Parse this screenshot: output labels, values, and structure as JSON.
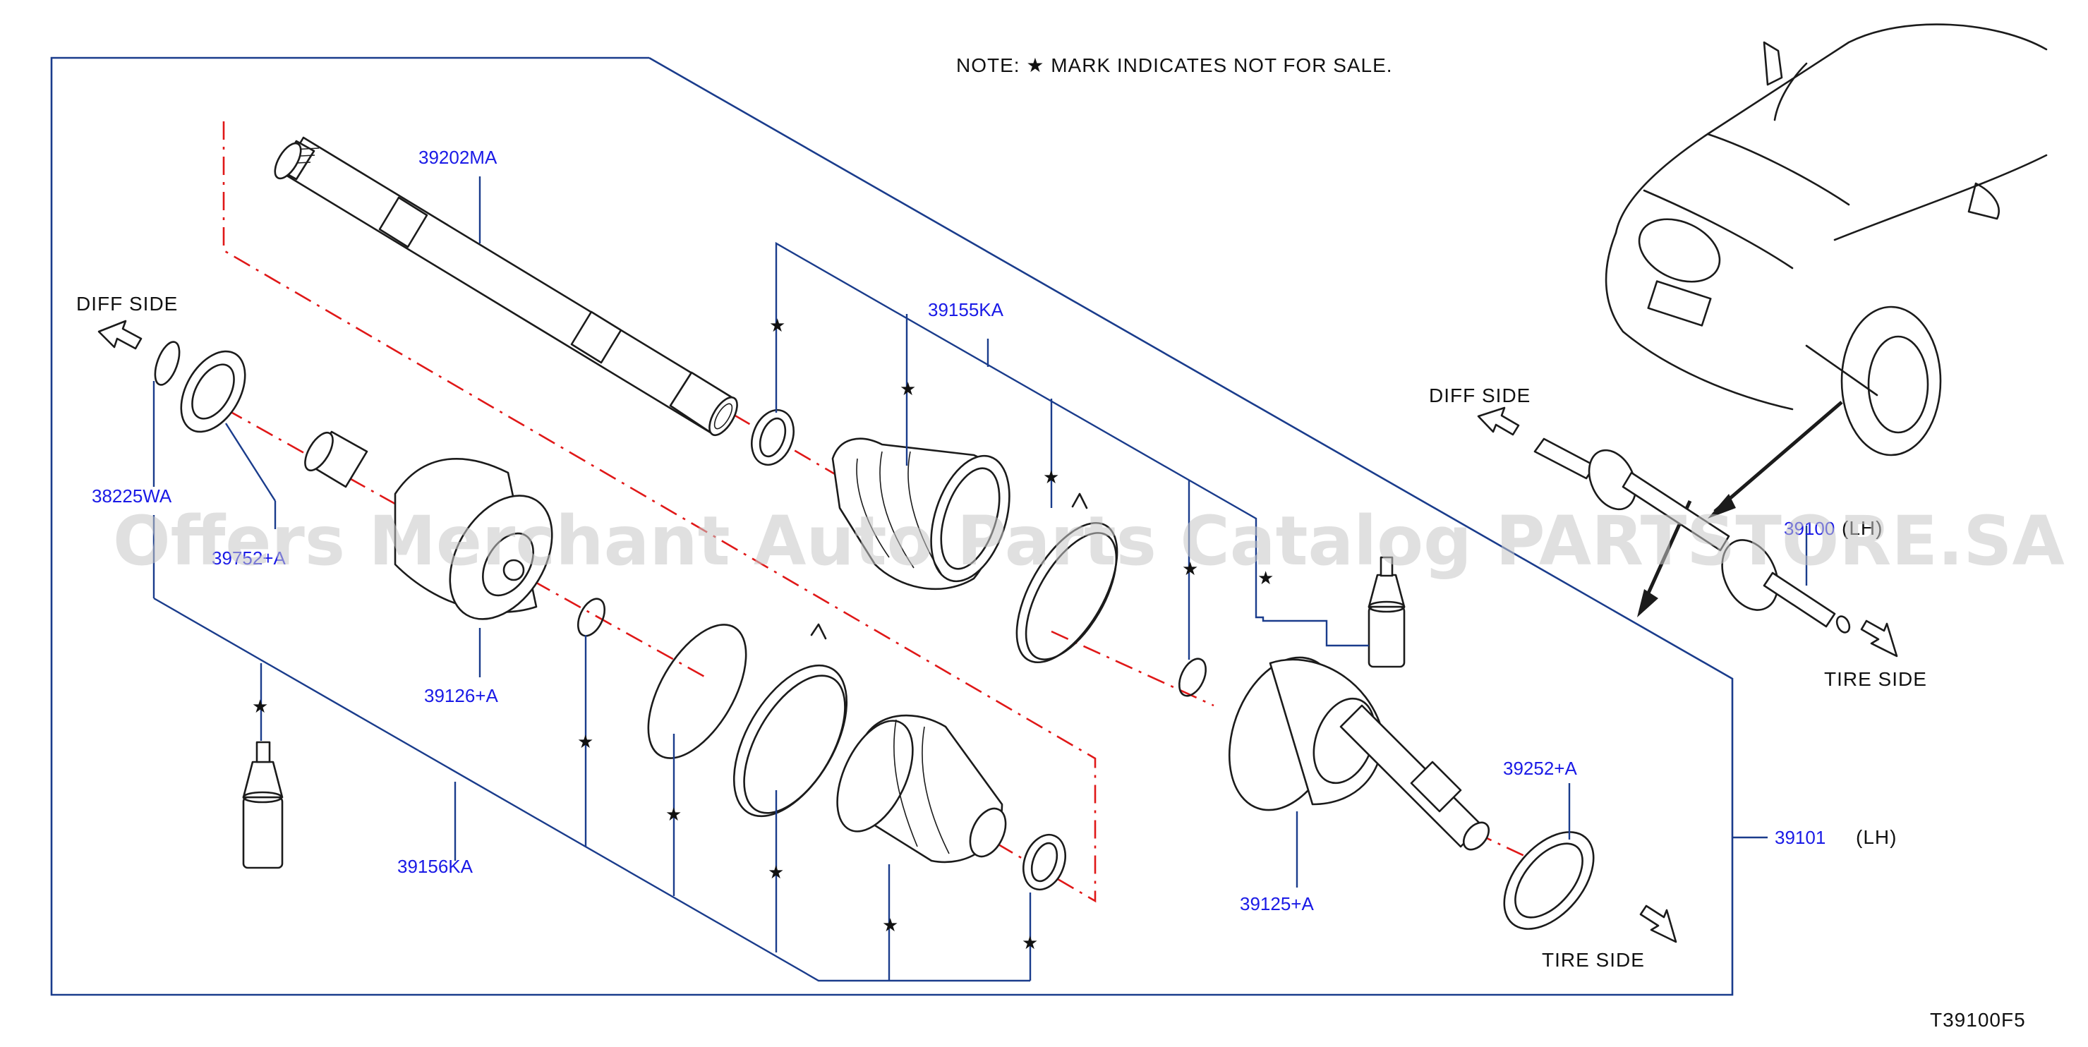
{
  "note": "NOTE:   ★ MARK   INDICATES   NOT   FOR   SALE.",
  "diagram_code": "T39100F5",
  "watermark": "Offers Merchant Auto Parts Catalog PARTSTORE.SA",
  "directions": {
    "diff_side_left": "DIFF   SIDE",
    "diff_side_right": "DIFF   SIDE",
    "tire_side_bottom": "TIRE   SIDE",
    "tire_side_right": "TIRE   SIDE"
  },
  "parts": {
    "p39202MA": "39202MA",
    "p39155KA": "39155KA",
    "p38225WA": "38225WA",
    "p39752A": "39752+A",
    "p39126A": "39126+A",
    "p39156KA": "39156KA",
    "p39125A": "39125+A",
    "p39252A": "39252+A",
    "p39101": "39101",
    "p39101_side": "(LH)",
    "p39100_inset": "39100",
    "p39100_inset_side": "(LH)"
  },
  "star_glyph": "★",
  "colors": {
    "callout_text": "#1a1ae6",
    "leader_lines": "#1a3c8c",
    "center_axis": "#e01818",
    "line_art": "#1b1b1b"
  }
}
